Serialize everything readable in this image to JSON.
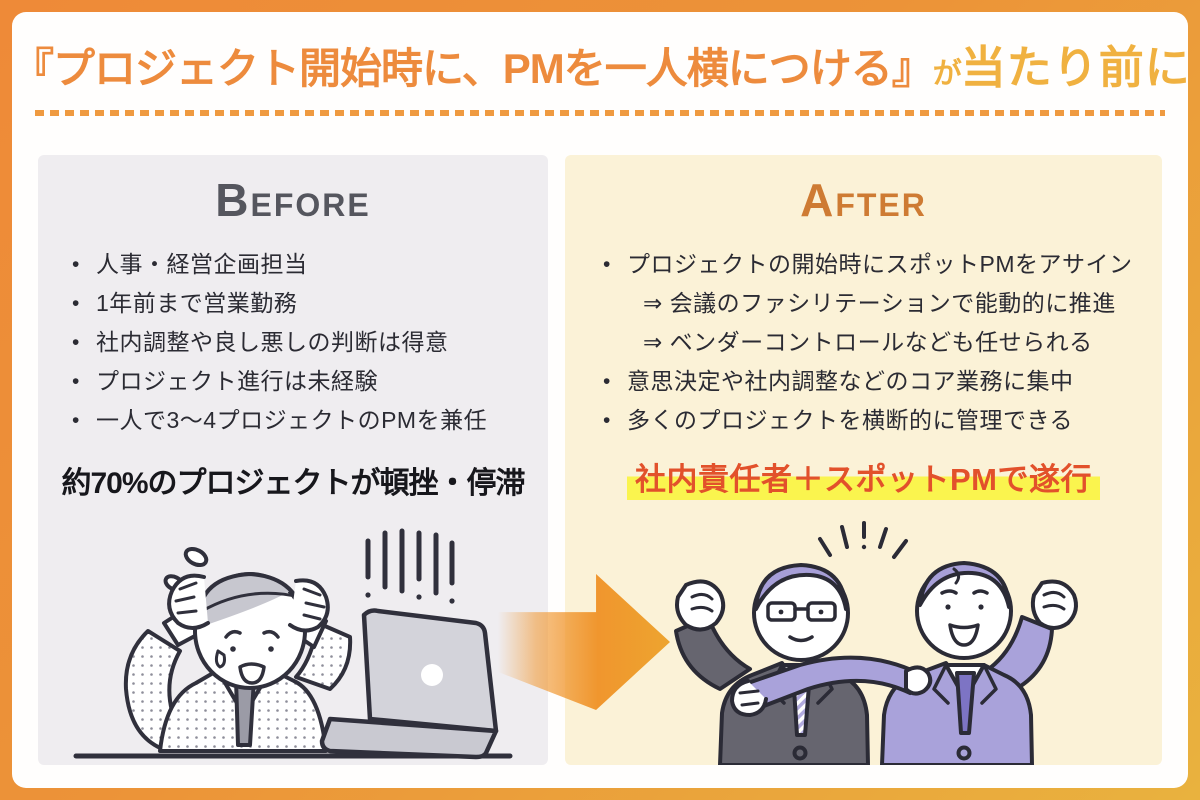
{
  "title": {
    "quoted": "『プロジェクト開始時に、PMを一人横につける』",
    "particle": "が",
    "suffix": "当たり前に"
  },
  "before": {
    "header": "Before",
    "bullets": [
      "人事・経営企画担当",
      "1年前まで営業勤務",
      "社内調整や良し悪しの判断は得意",
      "プロジェクト進行は未経験",
      "一人で3〜4プロジェクトのPMを兼任"
    ],
    "statement": "約70%のプロジェクトが頓挫・停滞",
    "illustration": "stressed-worker-at-laptop"
  },
  "after": {
    "header": "After",
    "bullets": [
      "プロジェクトの開始時にスポットPMをアサイン",
      "⇒ 会議のファシリテーションで能動的に推進",
      "⇒ ベンダーコントロールなども任せられる",
      "意思決定や社内調整などのコア業務に集中",
      "多くのプロジェクトを横断的に管理できる"
    ],
    "statement": "社内責任者＋スポットPMで遂行",
    "illustration": "two-cheering-businessmen"
  },
  "colors": {
    "frame_orange": "#ee8a38",
    "frame_gold": "#e9b23e",
    "title_orange": "#ed8b3d",
    "title_gold": "#f0b140",
    "before_bg": "#efedf0",
    "before_header_gray": "#55565e",
    "after_bg": "#fbf2d7",
    "after_header_orange": "#ce7b33",
    "after_statement_red": "#e2512b",
    "highlight_yellow": "#faf44e",
    "arrow_orange": "#f0962e",
    "text_dark": "#2b2b33",
    "suit_dark": "#66656f",
    "suit_lavender": "#a9a2da"
  }
}
